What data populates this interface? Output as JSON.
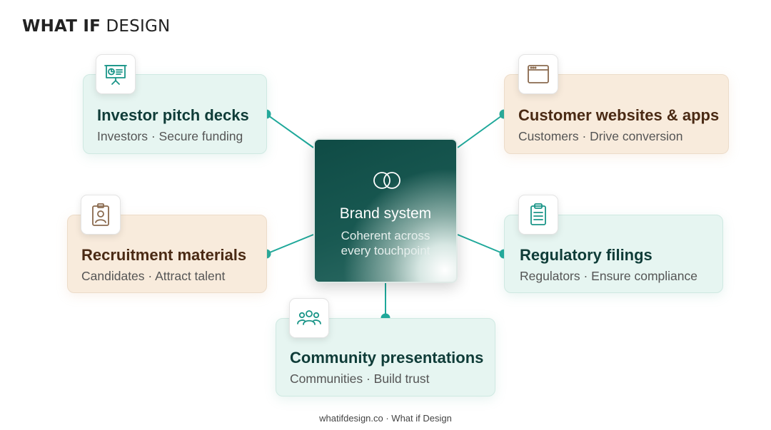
{
  "brand": {
    "bold": "WHAT IF",
    "light": "DESIGN"
  },
  "center": {
    "title": "Brand system",
    "subtitle_line1": "Coherent across",
    "subtitle_line2": "every touchpoint",
    "icon": "interlocking-rings-icon"
  },
  "nodes": [
    {
      "title": "Investor pitch decks",
      "subtitle": "Investors · Secure funding",
      "icon": "presentation-board-icon",
      "theme": "mint"
    },
    {
      "title": "Customer websites & apps",
      "subtitle": "Customers · Drive conversion",
      "icon": "browser-window-icon",
      "theme": "peach"
    },
    {
      "title": "Recruitment materials",
      "subtitle": "Candidates · Attract talent",
      "icon": "id-badge-icon",
      "theme": "peach"
    },
    {
      "title": "Regulatory filings",
      "subtitle": "Regulators · Ensure compliance",
      "icon": "clipboard-icon",
      "theme": "mint"
    },
    {
      "title": "Community presentations",
      "subtitle": "Communities · Build trust",
      "icon": "people-group-icon",
      "theme": "mint"
    }
  ],
  "colors": {
    "mint_bg": "#e6f5f1",
    "peach_bg": "#f8ebdc",
    "accent_teal": "#1ea89a",
    "center_dark": "#0f4b45",
    "icon_teal": "#1a9588",
    "icon_brown": "#8a6a4e"
  },
  "footer": "whatifdesign.co · What if Design"
}
